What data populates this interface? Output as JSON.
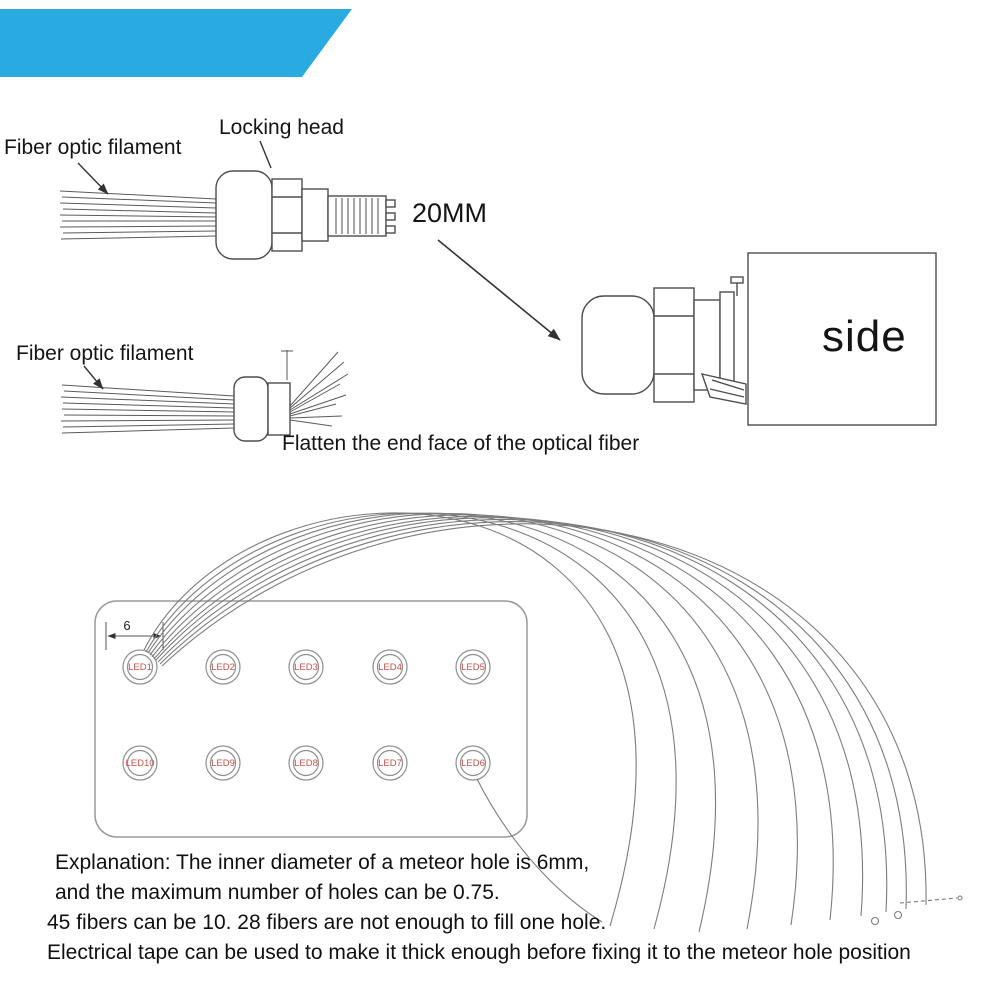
{
  "banner": {
    "color": "#29abe2"
  },
  "labels": {
    "fiber_top": "Fiber optic filament",
    "locking_head": "Locking head",
    "dim_20mm": "20MM",
    "side": "side",
    "fiber_mid": "Fiber optic filament",
    "flatten": "Flatten the end face of the optical fiber",
    "panel_dim": "6"
  },
  "led_panel": {
    "label_color": "#c8524a",
    "rows": [
      [
        "LED1",
        "LED2",
        "LED3",
        "LED4",
        "LED5"
      ],
      [
        "LED10",
        "LED9",
        "LED8",
        "LED7",
        "LED6"
      ]
    ]
  },
  "explanation": {
    "lines": [
      "Explanation: The inner diameter of a meteor hole is 6mm,",
      "and the maximum number of holes can be 0.75.",
      "45 fibers can be 10. 28 fibers are not enough to fill one hole.",
      "Electrical tape can be used to make it thick enough before fixing it to the meteor hole position"
    ]
  }
}
